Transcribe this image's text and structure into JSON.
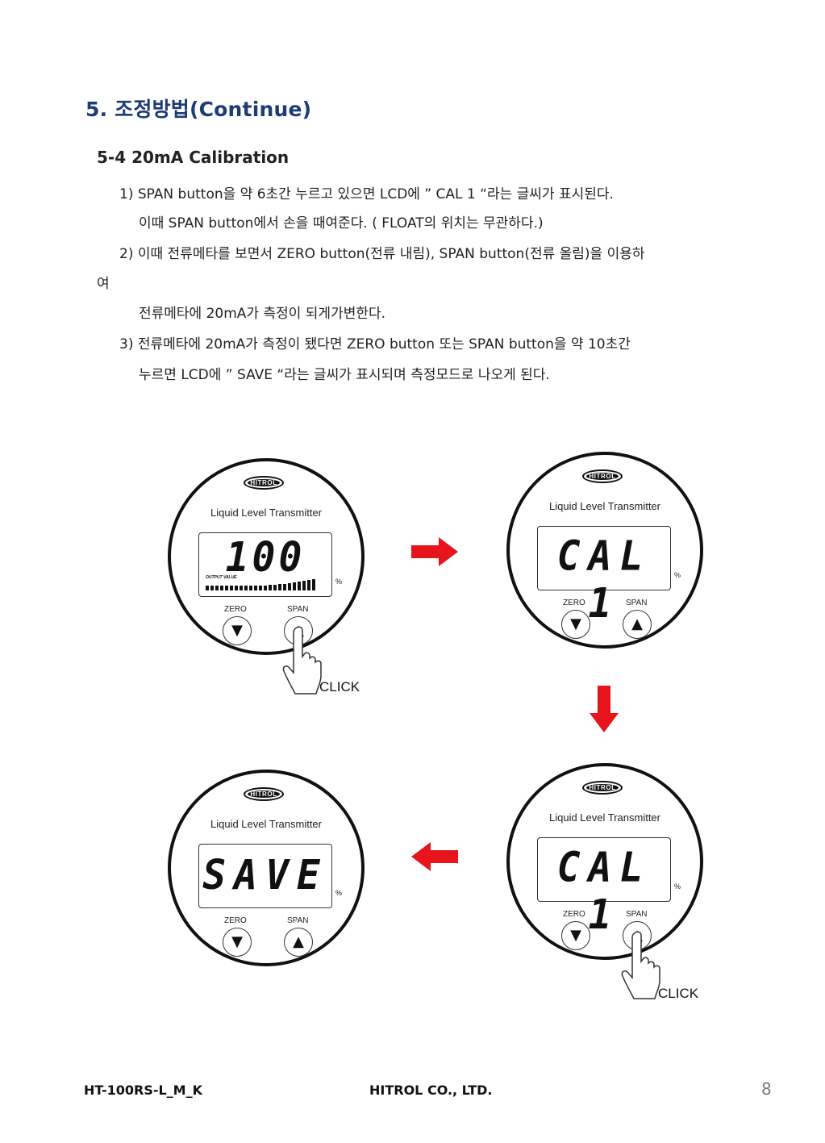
{
  "heading": "5. 조정방법(Continue)",
  "subheading": "5-4 20mA Calibration",
  "steps": [
    "1) SPAN button을 약 6초간 누르고 있으면 LCD에 ” CAL 1 “라는 글씨가 표시된다.",
    "이때 SPAN button에서 손을 때여준다. ( FLOAT의 위치는 무관하다.)",
    "2) 이때 전류메타를 보면서 ZERO button(전류 내림), SPAN button(전류 올림)을 이용하",
    "여",
    "전류메타에 20mA가 측정이 되게가변한다.",
    "3) 전류메타에 20mA가 측정이 됐다면 ZERO button 또는 SPAN button을 약 10초간",
    "누르면 LCD에 ” SAVE “라는 글씨가 표시되며 측정모드로 나오게 된다."
  ],
  "device": {
    "logo": "HITROL",
    "model": "Liquid Level Transmitter",
    "zero_label": "ZERO",
    "span_label": "SPAN",
    "percent": "%",
    "bar_caption": "OUTPUT VALUE",
    "zero_glyph": "▼",
    "span_glyph": "▲"
  },
  "panels": [
    {
      "display": "100",
      "show_bar": true
    },
    {
      "display": "CAL 1",
      "show_bar": false
    },
    {
      "display": "SAVE",
      "show_bar": false
    },
    {
      "display": "CAL 1",
      "show_bar": false
    }
  ],
  "click_label": "CLICK",
  "arrow_color": "#e8141b",
  "footer": {
    "doc_code": "HT-100RS-L_M_K",
    "company": "HITROL CO., LTD.",
    "page": "8"
  }
}
